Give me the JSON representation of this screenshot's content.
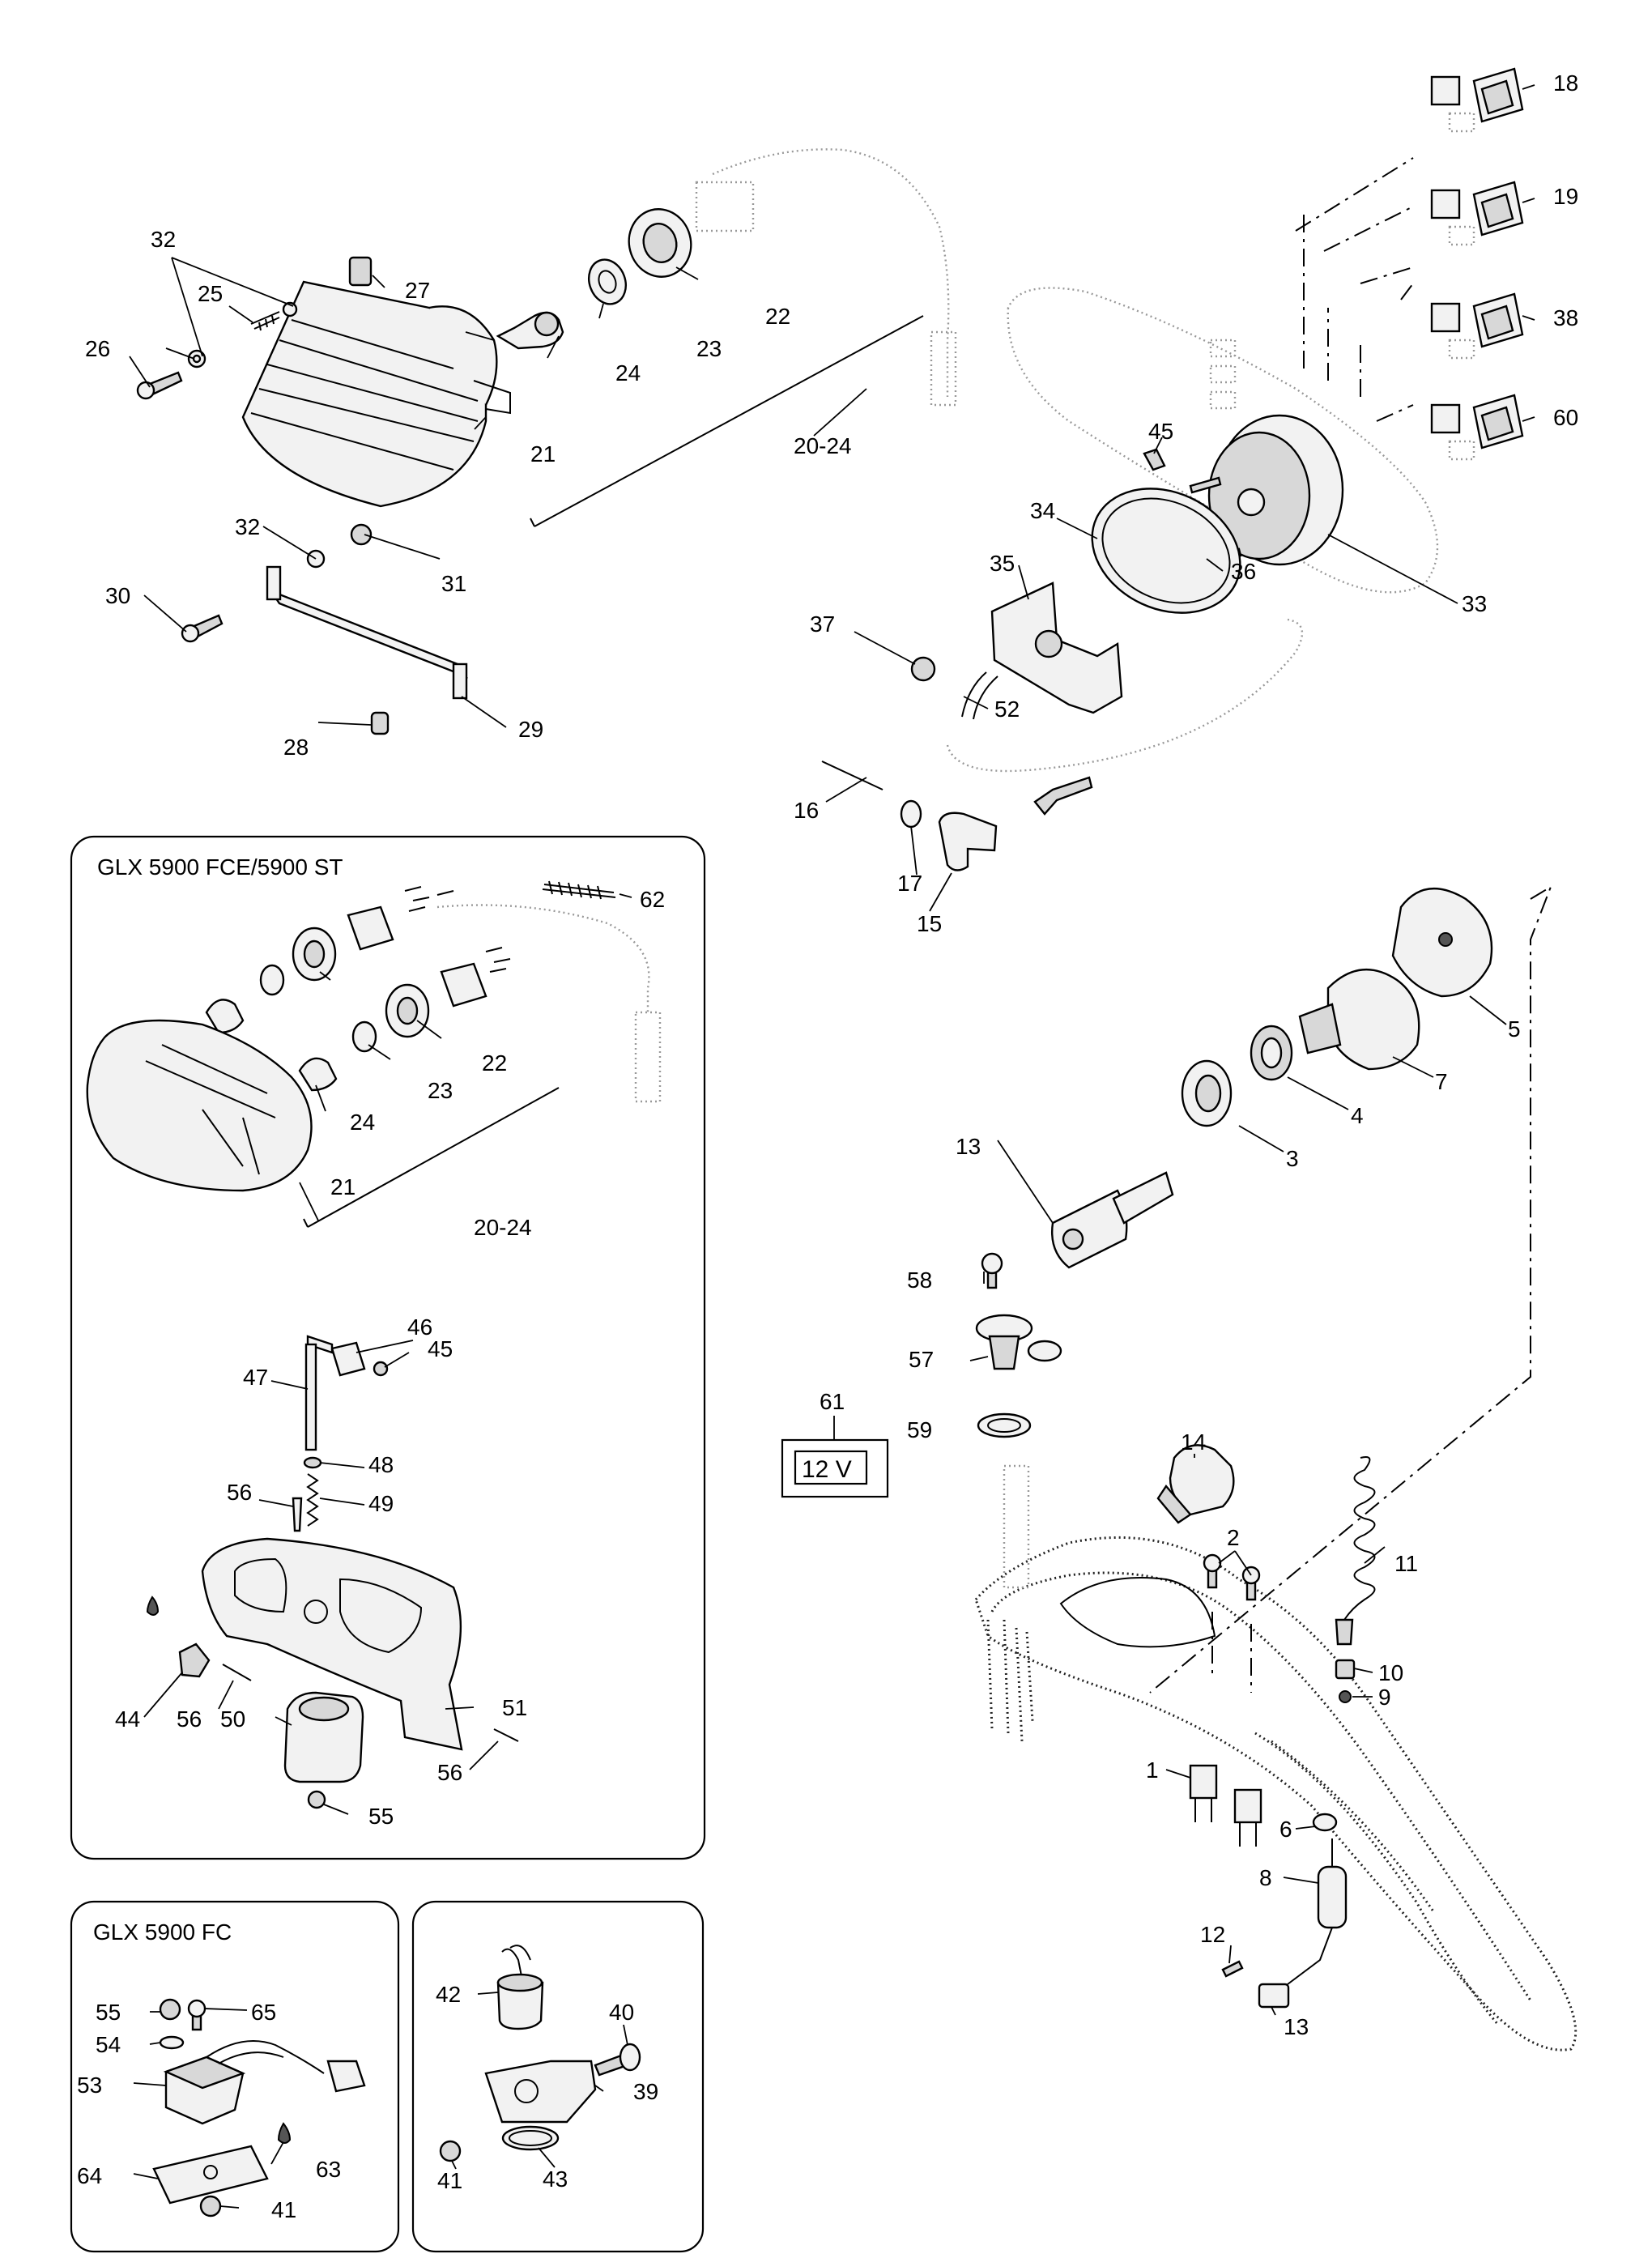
{
  "diagram": {
    "part_numbers": {
      "n1": "1",
      "n2": "2",
      "n3": "3",
      "n4": "4",
      "n5": "5",
      "n6": "6",
      "n7": "7",
      "n8": "8",
      "n9": "9",
      "n10": "10",
      "n11": "11",
      "n12": "12",
      "n13": "13",
      "n14": "14",
      "n15": "15",
      "n16": "16",
      "n17": "17",
      "n18": "18",
      "n19": "19",
      "n21": "21",
      "n22": "22",
      "n23": "23",
      "n24": "24",
      "n25": "25",
      "n26": "26",
      "n27": "27",
      "n28": "28",
      "n29": "29",
      "n30": "30",
      "n31": "31",
      "n32": "32",
      "n33": "33",
      "n34": "34",
      "n35": "35",
      "n36": "36",
      "n37": "37",
      "n38": "38",
      "n39": "39",
      "n40": "40",
      "n41": "41",
      "n42": "42",
      "n43": "43",
      "n44": "44",
      "n45": "45",
      "n46": "46",
      "n47": "47",
      "n48": "48",
      "n49": "49",
      "n50": "50",
      "n51": "51",
      "n52": "52",
      "n53": "53",
      "n54": "54",
      "n55": "55",
      "n56": "56",
      "n57": "57",
      "n58": "58",
      "n59": "59",
      "n60": "60",
      "n61": "61",
      "n62": "62",
      "n63": "63",
      "n64": "64",
      "n65": "65",
      "range": "20-24"
    },
    "voltage": "12 V",
    "inset_fce_title": "GLX 5900 FCE/5900 ST",
    "inset_fc_title": "GLX 5900 FC"
  }
}
